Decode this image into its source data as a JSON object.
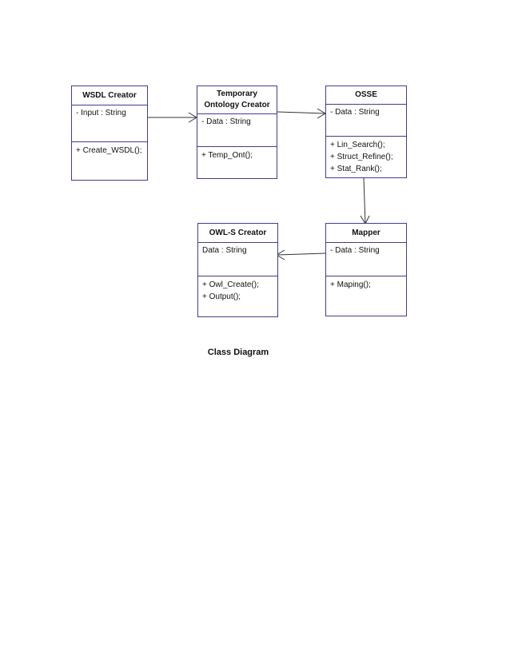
{
  "classes": {
    "wsdl_creator": {
      "name": "WSDL Creator",
      "attributes": [
        "- Input : String"
      ],
      "methods": [
        "+ Create_WSDL();"
      ]
    },
    "temp_ontology_creator": {
      "name": "Temporary Ontology Creator",
      "attributes": [
        "- Data : String"
      ],
      "methods": [
        "+ Temp_Ont();"
      ]
    },
    "osse": {
      "name": "OSSE",
      "attributes": [
        "- Data : String"
      ],
      "methods": [
        "+ Lin_Search();",
        "+ Struct_Refine();",
        "+ Stat_Rank();"
      ]
    },
    "owls_creator": {
      "name": "OWL-S Creator",
      "attributes": [
        "Data : String"
      ],
      "methods": [
        "+ Owl_Create();",
        "+ Output();"
      ]
    },
    "mapper": {
      "name": "Mapper",
      "attributes": [
        "- Data : String"
      ],
      "methods": [
        "+ Maping();"
      ]
    }
  },
  "caption": "Class Diagram",
  "colors": {
    "border": "#3d3f8f",
    "connector": "#333333"
  }
}
